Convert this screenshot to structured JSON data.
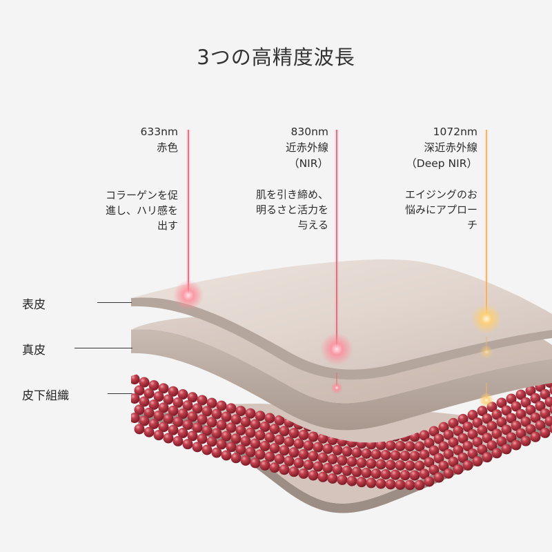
{
  "title": "3つの高精度波長",
  "wavelengths": [
    {
      "nm": "633nm",
      "name": "赤色",
      "sub": "",
      "desc_lines": [
        "コラーゲンを促",
        "進し、ハリ感を",
        "出す"
      ],
      "color": "#e8506a"
    },
    {
      "nm": "830nm",
      "name": "近赤外線",
      "sub": "（NIR）",
      "desc_lines": [
        "肌を引き締め、",
        "明るさと活力を",
        "与える"
      ],
      "color": "#d9546e"
    },
    {
      "nm": "1072nm",
      "name": "深近赤外線",
      "sub": "（Deep NIR）",
      "desc_lines": [
        "エイジングのお",
        "悩みにアプロー",
        "チ"
      ],
      "color": "#f3a24a"
    }
  ],
  "layers": [
    {
      "label": "表皮"
    },
    {
      "label": "真皮"
    },
    {
      "label": "皮下組織"
    }
  ],
  "colors": {
    "background": "#f4f4f4",
    "skin_layer": "#d8ccc4",
    "fat_cells": "#b8303f"
  }
}
